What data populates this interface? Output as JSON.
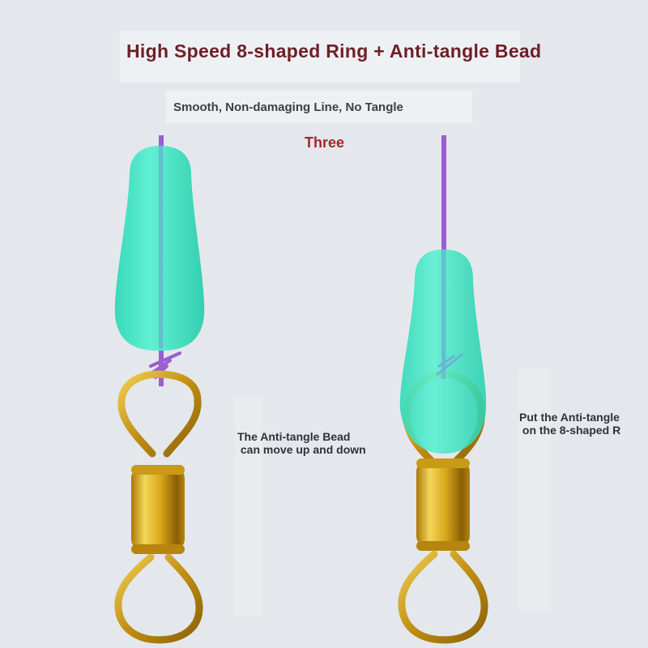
{
  "header": {
    "title": "High Speed 8-shaped Ring + Anti-tangle Bead",
    "subtitle": "Smooth, Non-damaging Line, No Tangle",
    "label": "Three"
  },
  "annotations": {
    "left_note": "The Anti-tangle Bead\n can move up and down",
    "right_note": "Put the Anti-tangle\n on the 8-shaped R"
  },
  "colors": {
    "title": "#6e1f26",
    "label": "#a3262a",
    "bead": "#3fe0c0",
    "line": "#9a5fd0",
    "gold": "#d4a418"
  }
}
